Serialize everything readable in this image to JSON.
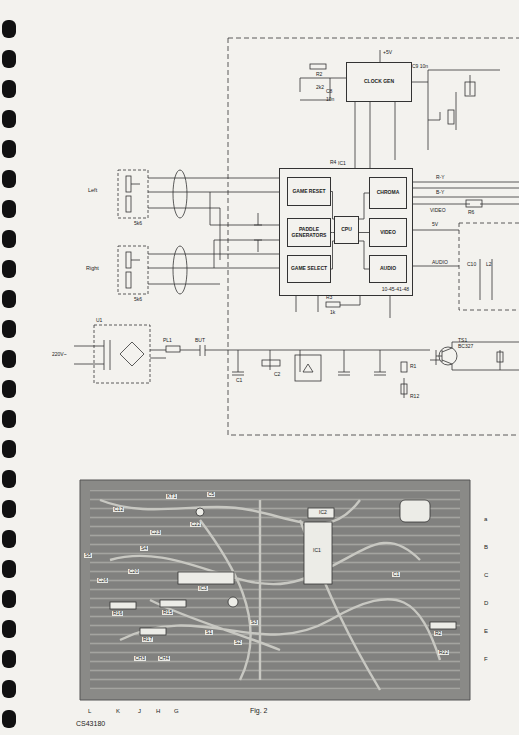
{
  "diagram": {
    "caption": "Fig. 2",
    "nodes": [
      {
        "text": [
          "CLOCK GEN"
        ]
      },
      {
        "text": [
          "IC1",
          "10-45-41-48"
        ]
      },
      {
        "text": [
          "GAME RESET"
        ],
        "in": 1
      },
      {
        "text": [
          "PADDLE GENERATORS"
        ],
        "in": 1
      },
      {
        "text": [
          "GAME SELECT"
        ],
        "in": 1
      },
      {
        "text": [
          "CPU"
        ],
        "in": 1
      },
      {
        "text": [
          "CHROMA"
        ],
        "in": 1
      },
      {
        "text": [
          "VIDEO"
        ],
        "in": 1
      },
      {
        "text": [
          "AUDIO"
        ],
        "in": 1
      }
    ],
    "edges": [
      {
        "from": 2,
        "to": 5,
        "arrow": "none"
      },
      {
        "from": 3,
        "to": 5,
        "arrow": "none"
      },
      {
        "from": 4,
        "to": 5,
        "arrow": "none"
      },
      {
        "from": 5,
        "to": 6,
        "arrow": "none"
      },
      {
        "from": 5,
        "to": 7,
        "arrow": "none"
      },
      {
        "from": 5,
        "to": 8,
        "arrow": "none"
      }
    ],
    "labels": [
      "R2",
      "2k2",
      "C8",
      "10n",
      "+5V",
      "C9 10n",
      "R4",
      "R-Y",
      "B-Y",
      "R6",
      "VIDEO",
      "5V",
      "AUDIO",
      "C10",
      "L2",
      "Left",
      "Right",
      "5k6",
      "5k6",
      "U1",
      "220V~",
      "PL1",
      "BUT",
      "C1",
      "C2",
      "R3",
      "1k",
      "TS1",
      "BC327",
      "R1",
      "R12",
      "KT1",
      "C12",
      "C5",
      "C23",
      "C22",
      "S5",
      "S4",
      "C26",
      "C20",
      "IC3",
      "R16",
      "R15",
      "R17",
      "CH3",
      "CH4",
      "S1",
      "S2",
      "S3",
      "IC2",
      "IC1",
      "C1",
      "R2",
      "R22",
      "a",
      "B",
      "C",
      "D",
      "E",
      "F",
      "L",
      "K",
      "J",
      "H",
      "G",
      "CS43180"
    ]
  }
}
